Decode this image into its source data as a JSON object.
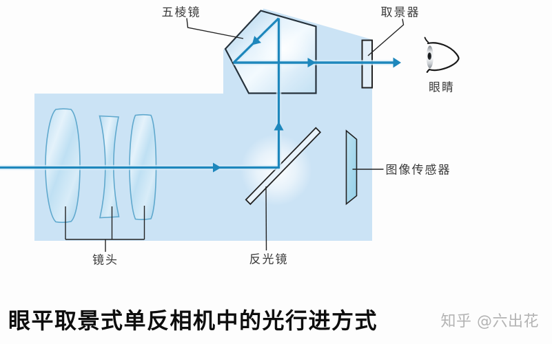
{
  "diagram": {
    "title": "眼平取景式单反相机中的光行进方式",
    "watermark": "知乎 @六出花",
    "labels": {
      "pentaprism": "五棱镜",
      "viewfinder": "取景器",
      "eye": "眼睛",
      "image_sensor": "图像传感器",
      "reflex_mirror": "反光镜",
      "lens": "镜头"
    }
  },
  "colors": {
    "background": "#fdfdfd",
    "camera_body": "#cbe3f5",
    "light_beam": "#1e87bc",
    "glass_outline": "#5fa8cd",
    "prism_outline": "#26323c",
    "dark_line": "#222222",
    "label_text": "#3a3a3a",
    "title_text": "#0d0d0d",
    "watermark_text": "#b3b3b3",
    "sensor_fill": "#a3d7ec",
    "mirror_fill": "#e9f3fb",
    "viewfinder_fill": "#e3eff9"
  }
}
